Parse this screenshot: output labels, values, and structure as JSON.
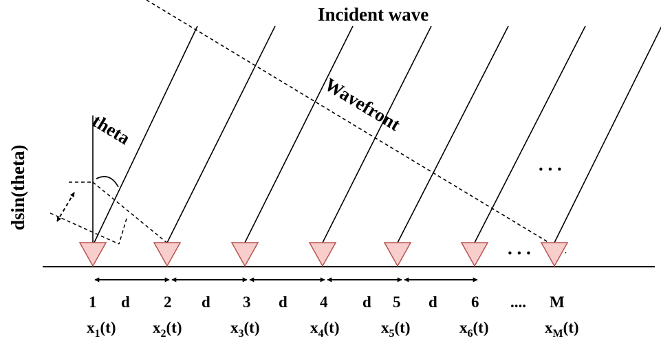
{
  "title": "Incident wave",
  "wavefront_label": "Wavefront",
  "angle_label": "theta",
  "delay_label": "dsin(theta)",
  "ellipsis_upper": ". . .",
  "ellipsis_row": ". . .",
  "spacing_label": "d",
  "sensors": [
    {
      "index": "1",
      "signal_base": "x",
      "signal_sub": "1",
      "signal_tail": "(t)"
    },
    {
      "index": "2",
      "signal_base": "x",
      "signal_sub": "2",
      "signal_tail": "(t)"
    },
    {
      "index": "3",
      "signal_base": "x",
      "signal_sub": "3",
      "signal_tail": "(t)"
    },
    {
      "index": "4",
      "signal_base": "x",
      "signal_sub": "4",
      "signal_tail": "(t)"
    },
    {
      "index": "5",
      "signal_base": "x",
      "signal_sub": "5",
      "signal_tail": "(t)"
    },
    {
      "index": "6",
      "signal_base": "x",
      "signal_sub": "6",
      "signal_tail": "(t)"
    },
    {
      "index": "M",
      "signal_base": "x",
      "signal_sub": "M",
      "signal_tail": "(t)"
    }
  ],
  "index_ellipsis": "....",
  "colors": {
    "sensor_fill": "#f8cecc",
    "sensor_stroke": "#b85450",
    "line": "#000000"
  }
}
